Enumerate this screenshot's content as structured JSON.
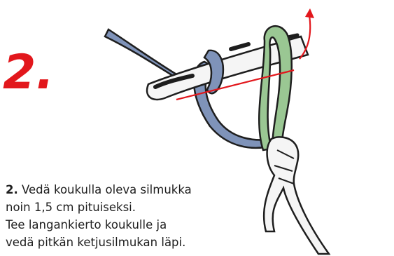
{
  "step": {
    "number": "2."
  },
  "instructions": {
    "number": "2.",
    "line1": "Vedä koukulla oleva silmukka",
    "line2": "noin 1,5 cm pituiseksi.",
    "line3": "Tee langankierto koukulle ja",
    "line4": "vedä  pitkän ketjusilmukan läpi."
  },
  "colors": {
    "accent": "#e2171c",
    "blue_yarn": "#7f93b9",
    "green_yarn": "#9ac793",
    "outline": "#1e1e1e",
    "hook": "#f5f5f5"
  },
  "icons": {
    "hook": "crochet-hook-icon",
    "arrow": "red-arrow-icon"
  }
}
